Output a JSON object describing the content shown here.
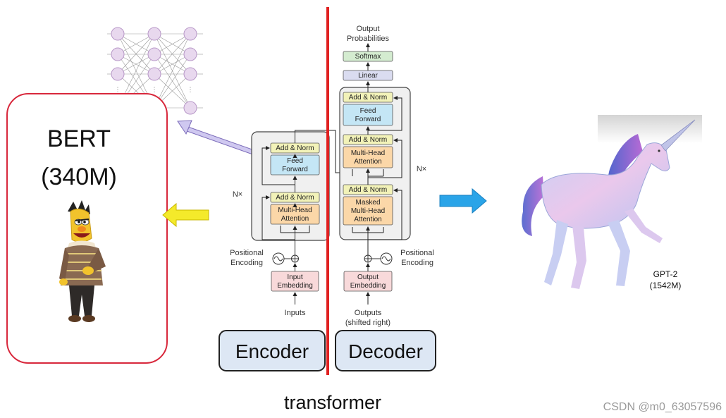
{
  "bert": {
    "title": "BERT",
    "size": "(340M)"
  },
  "gpt": {
    "title": "GPT-2",
    "size": "(1542M)"
  },
  "encoder_label": "Encoder",
  "decoder_label": "Decoder",
  "caption": "transformer",
  "watermark": "CSDN @m0_63057596",
  "transformer": {
    "output_probs_line1": "Output",
    "output_probs_line2": "Probabilities",
    "softmax": "Softmax",
    "linear": "Linear",
    "add_norm": "Add & Norm",
    "feed_forward_1": "Feed",
    "feed_forward_2": "Forward",
    "multi_head_1": "Multi-Head",
    "multi_head_2": "Attention",
    "masked": "Masked",
    "nx": "N×",
    "positional_1": "Positional",
    "positional_2": "Encoding",
    "input_emb_1": "Input",
    "input_emb_2": "Embedding",
    "output_emb_1": "Output",
    "output_emb_2": "Embedding",
    "inputs": "Inputs",
    "outputs_1": "Outputs",
    "outputs_2": "(shifted right)"
  },
  "colors": {
    "bert_border": "#d8283c",
    "divider": "#e02020",
    "yellow_arrow": "#f4ea2a",
    "blue_arrow": "#2aa4e8",
    "add_norm": "#f2f2b8",
    "feed_forward": "#c4e6f5",
    "attention": "#fbd7a8",
    "embedding": "#f8d9da",
    "softmax": "#d4ecd0",
    "linear": "#dadcf0",
    "block_bg": "#f0f0f0",
    "label_box": "#dde7f4"
  }
}
